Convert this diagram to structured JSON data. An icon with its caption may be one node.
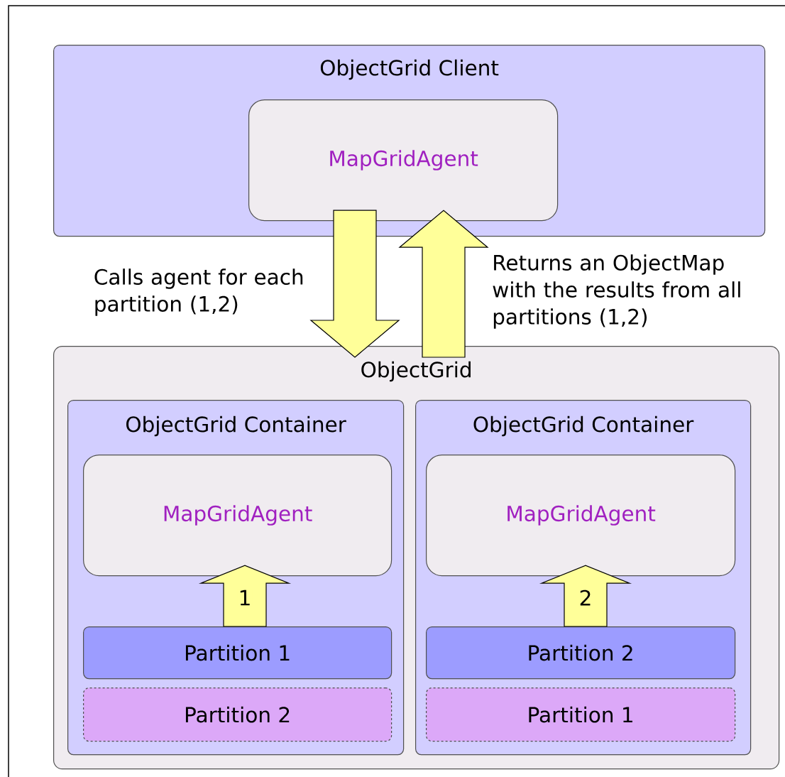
{
  "diagram": {
    "nodes": [
      {
        "text": [
          "ObjectGrid Client"
        ]
      },
      {
        "text": [
          "MapGridAgent"
        ],
        "in": 0
      },
      {
        "text": [
          "ObjectGrid"
        ]
      },
      {
        "text": [
          "ObjectGrid Container"
        ],
        "in": 2
      },
      {
        "text": [
          "MapGridAgent"
        ],
        "in": 3
      },
      {
        "text": [
          "Partition 1"
        ],
        "in": 3
      },
      {
        "text": [
          "Partition 2"
        ],
        "in": 3
      },
      {
        "text": [
          "ObjectGrid Container"
        ],
        "in": 2
      },
      {
        "text": [
          "MapGridAgent"
        ],
        "in": 7
      },
      {
        "text": [
          "Partition 2"
        ],
        "in": 7
      },
      {
        "text": [
          "Partition 1"
        ],
        "in": 7
      }
    ],
    "edges": [
      {
        "from": 1,
        "to": 2,
        "arrow": "to",
        "label": "Calls agent for each partition (1,2)"
      },
      {
        "from": 2,
        "to": 1,
        "arrow": "to",
        "label": "Returns an ObjectMap with the results from all partitions (1,2)"
      },
      {
        "from": 5,
        "to": 4,
        "arrow": "to",
        "label": "1"
      },
      {
        "from": 9,
        "to": 8,
        "arrow": "to",
        "label": "2"
      }
    ]
  }
}
